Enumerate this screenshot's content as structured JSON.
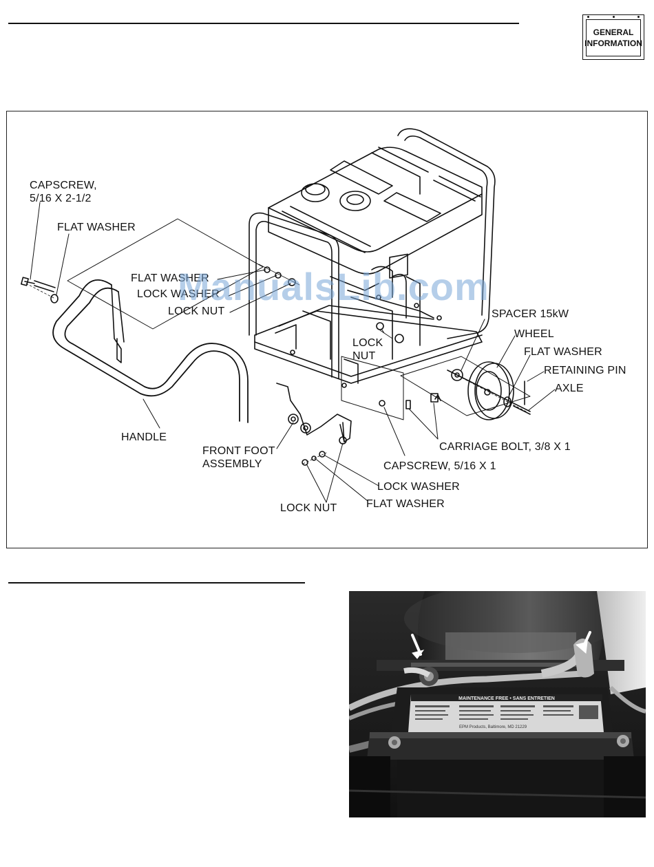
{
  "header": {
    "section_badge": "GENERAL\nINFORMATION"
  },
  "watermark": "ManualsLib.com",
  "diagram": {
    "labels": {
      "capscrew_long": "CAPSCREW,\n5/16 X 2-1/2",
      "flat_washer_left": "FLAT WASHER",
      "flat_washer_frame": "FLAT WASHER",
      "lock_washer_frame": "LOCK WASHER",
      "lock_nut_frame": "LOCK NUT",
      "lock_nut_mid": "LOCK\nNUT",
      "spacer": "SPACER 15kW",
      "wheel": "WHEEL",
      "flat_washer_wheel": "FLAT WASHER",
      "retaining_pin": "RETAINING PIN",
      "axle": "AXLE",
      "handle": "HANDLE",
      "front_foot": "FRONT FOOT\nASSEMBLY",
      "carriage_bolt": "CARRIAGE BOLT, 3/8 X 1",
      "capscrew_short": "CAPSCREW, 5/16 X 1",
      "lock_washer_foot": "LOCK WASHER",
      "flat_washer_foot": "FLAT WASHER",
      "lock_nut_foot": "LOCK NUT"
    }
  },
  "photo": {
    "battery_label_title": "MAINTENANCE FREE • SANS ENTRETIEN",
    "battery_maker": "EPM Products, Baltimore, MD 21229"
  }
}
